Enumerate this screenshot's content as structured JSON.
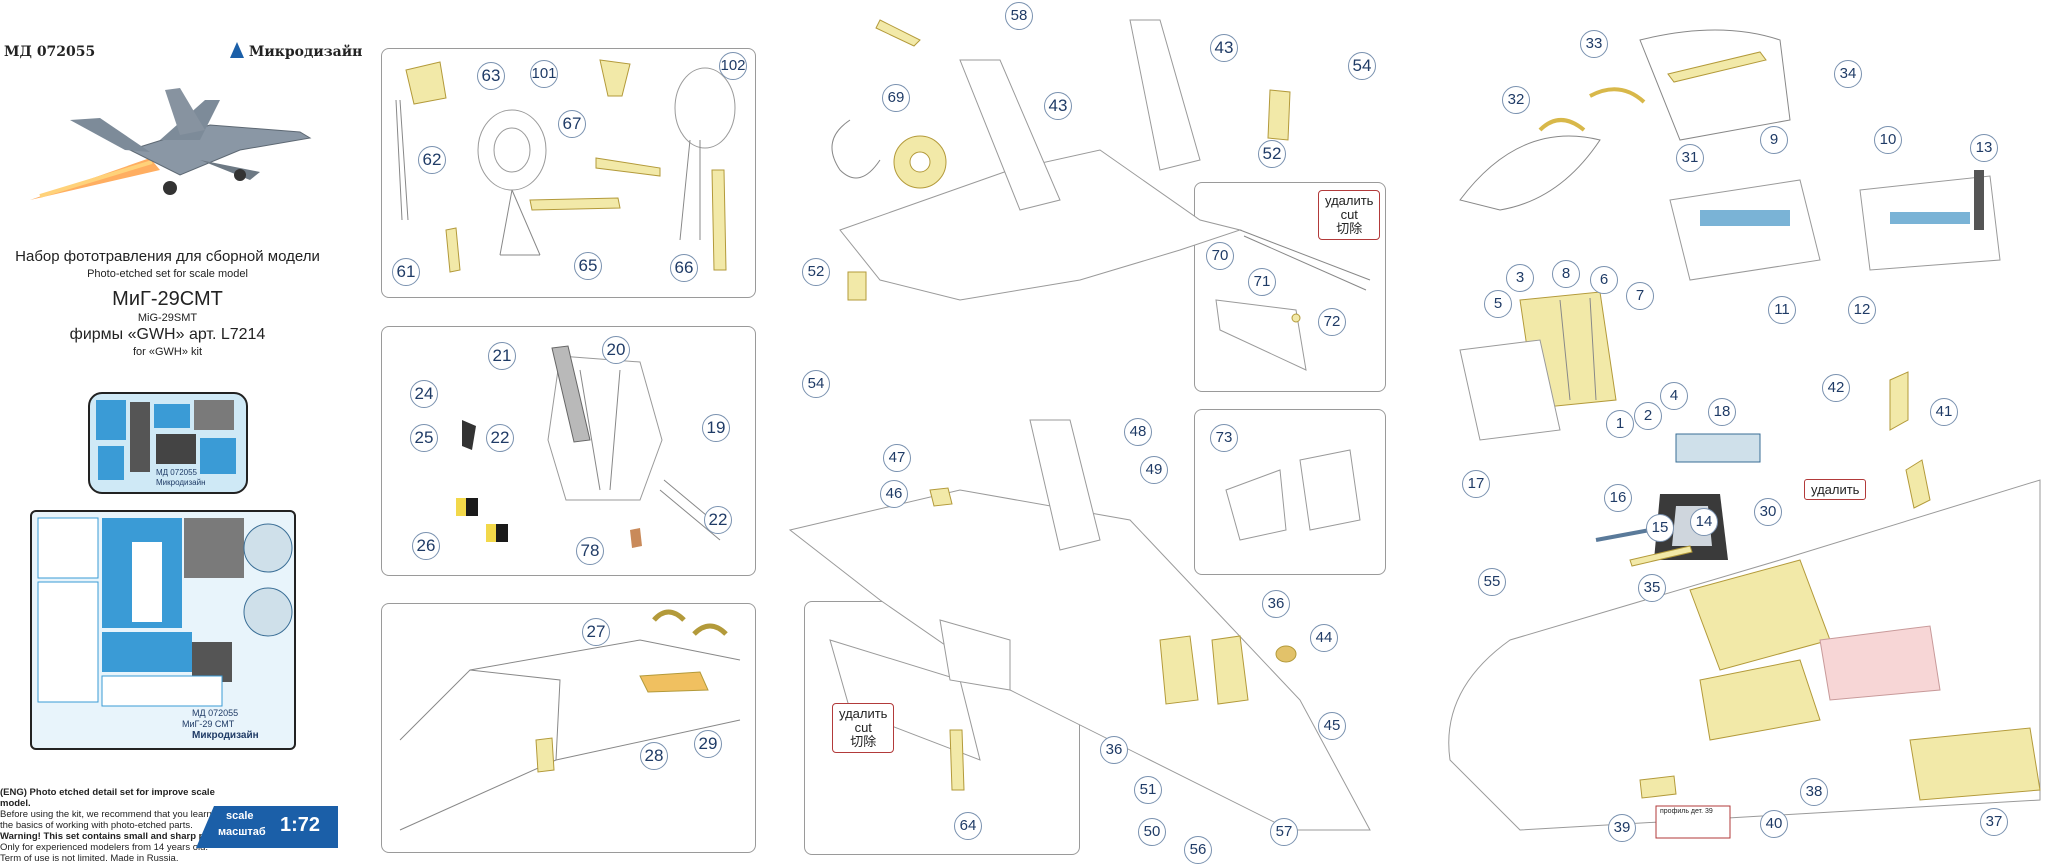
{
  "header": {
    "code": "МД 072055",
    "brand": "Микродизайн"
  },
  "title": {
    "ru": "Набор фототравления для сборной модели",
    "en": "Photo-etched set for scale model",
    "model_ru": "МиГ-29СМТ",
    "model_en": "MiG-29SMT",
    "kit_ru": "фирмы «GWH» арт. L7214",
    "kit_en": "for «GWH» kit"
  },
  "fret_small": {
    "label": "МД 072055",
    "name": "Микродизайн"
  },
  "fret_large": {
    "code": "МД 072055",
    "model": "МиГ-29 СМТ",
    "brand": "Микродизайн"
  },
  "notes": {
    "line1": "(ENG) Photo etched detail set for improve scale model.",
    "line2": "Before using the kit, we recommend that you learn",
    "line3": "the basics of working with photo-etched parts.",
    "line4": "Warning! This set contains small and sharp parts.",
    "line5": "Only for experienced modelers from 14 years old.",
    "line6": "Term of use is not limited. Made in Russia."
  },
  "scale": {
    "label1": "scale",
    "label2": "масштаб",
    "value": "1:72"
  },
  "cut_labels": [
    {
      "ru": "удалить",
      "en": "cut",
      "cn": "切除"
    },
    {
      "ru": "удалить",
      "en": "cut",
      "cn": "切除"
    }
  ],
  "remove_label": "удалить",
  "profile_label": "профиль дет. 39",
  "callouts": {
    "c63": "63",
    "c101": "101",
    "c102": "102",
    "c62": "62",
    "c67": "67",
    "c61": "61",
    "c65": "65",
    "c66": "66",
    "c21": "21",
    "c20": "20",
    "c24": "24",
    "c22a": "22",
    "c19": "19",
    "c25": "25",
    "c26": "26",
    "c78": "78",
    "c22b": "22",
    "c27": "27",
    "c29": "29",
    "c28": "28",
    "c58": "58",
    "c43a": "43",
    "c54a": "54",
    "c69": "69",
    "c43b": "43",
    "c52a": "52",
    "c52b": "52",
    "c54b": "54",
    "c70": "70",
    "c71": "71",
    "c72": "72",
    "c47": "47",
    "c46": "46",
    "c48": "48",
    "c49": "49",
    "c73": "73",
    "c36a": "36",
    "c44": "44",
    "c45": "45",
    "c36b": "36",
    "c51": "51",
    "c50": "50",
    "c56": "56",
    "c57": "57",
    "c64": "64",
    "c33": "33",
    "c34": "34",
    "c32": "32",
    "c31": "31",
    "c9": "9",
    "c10": "10",
    "c13": "13",
    "c11": "11",
    "c12": "12",
    "c3": "3",
    "c8": "8",
    "c6": "6",
    "c7": "7",
    "c5": "5",
    "c4": "4",
    "c1": "1",
    "c2": "2",
    "c18": "18",
    "c42": "42",
    "c41": "41",
    "c17": "17",
    "c16": "16",
    "c15": "15",
    "c14": "14",
    "c30": "30",
    "c35": "35",
    "c55": "55",
    "c38": "38",
    "c39": "39",
    "c40": "40",
    "c37": "37"
  },
  "colors": {
    "callout_border": "#7a92b0",
    "callout_text": "#1f3b66",
    "part_fill": "#f2e9a8",
    "cut_border": "#b23a3a",
    "scale_bg": "#1b5fa8",
    "fret_blue": "#3a9bd6"
  }
}
